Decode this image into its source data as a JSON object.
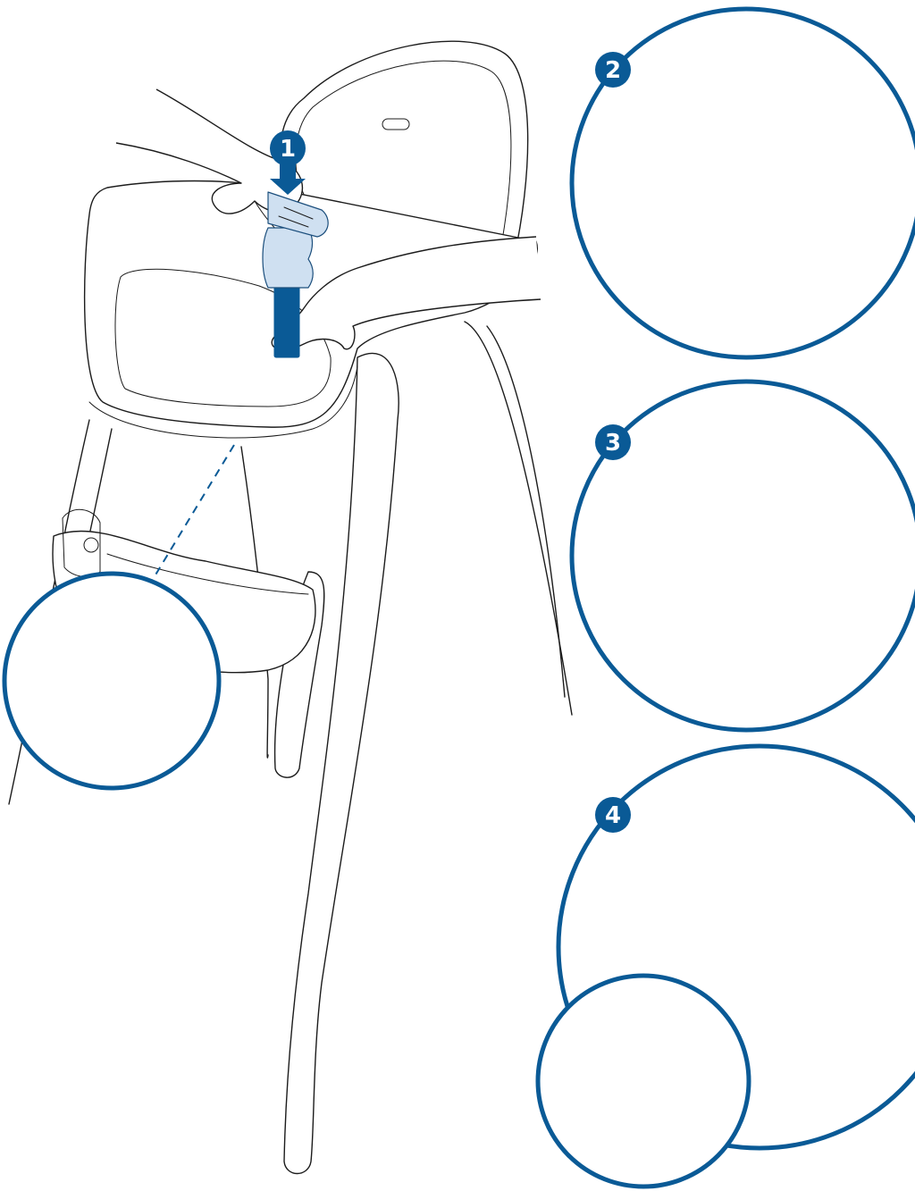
{
  "steps": [
    {
      "number": "1"
    },
    {
      "number": "2"
    },
    {
      "number": "3"
    },
    {
      "number": "4"
    }
  ],
  "colors": {
    "accent": "#0a5a96",
    "strap_light": "#cfe0f1",
    "line": "#1c1c1c"
  }
}
